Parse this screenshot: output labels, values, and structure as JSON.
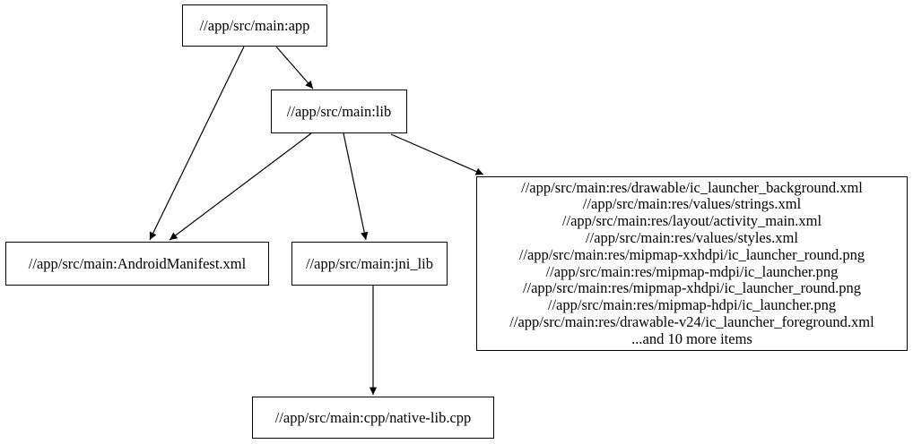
{
  "graph": {
    "title": "build-target-dependency-graph",
    "colors": {
      "background": "#ffffff",
      "node_fill": "#ffffff",
      "node_border": "#000000",
      "text": "#000000",
      "edge": "#000000"
    },
    "nodes": {
      "app": {
        "label": "//app/src/main:app"
      },
      "lib": {
        "label": "//app/src/main:lib"
      },
      "manifest": {
        "label": "//app/src/main:AndroidManifest.xml"
      },
      "jni_lib": {
        "label": "//app/src/main:jni_lib"
      },
      "native_lib": {
        "label": "//app/src/main:cpp/native-lib.cpp"
      },
      "resources": {
        "lines": [
          "//app/src/main:res/drawable/ic_launcher_background.xml",
          "//app/src/main:res/values/strings.xml",
          "//app/src/main:res/layout/activity_main.xml",
          "//app/src/main:res/values/styles.xml",
          "//app/src/main:res/mipmap-xxhdpi/ic_launcher_round.png",
          "//app/src/main:res/mipmap-mdpi/ic_launcher.png",
          "//app/src/main:res/mipmap-xhdpi/ic_launcher_round.png",
          "//app/src/main:res/mipmap-hdpi/ic_launcher.png",
          "//app/src/main:res/drawable-v24/ic_launcher_foreground.xml",
          "...and 10 more items"
        ]
      }
    },
    "edges": [
      {
        "from": "app",
        "to": "lib"
      },
      {
        "from": "app",
        "to": "manifest"
      },
      {
        "from": "lib",
        "to": "manifest"
      },
      {
        "from": "lib",
        "to": "jni_lib"
      },
      {
        "from": "lib",
        "to": "resources"
      },
      {
        "from": "jni_lib",
        "to": "native_lib"
      }
    ]
  }
}
